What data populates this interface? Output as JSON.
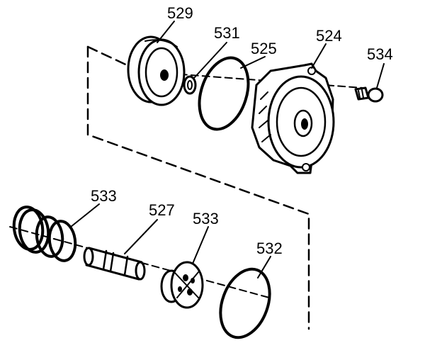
{
  "diagram": {
    "callouts": [
      {
        "id": "529",
        "label": "529"
      },
      {
        "id": "531",
        "label": "531"
      },
      {
        "id": "525",
        "label": "525"
      },
      {
        "id": "524",
        "label": "524"
      },
      {
        "id": "534",
        "label": "534"
      },
      {
        "id": "533a",
        "label": "533"
      },
      {
        "id": "527",
        "label": "527"
      },
      {
        "id": "533b",
        "label": "533"
      },
      {
        "id": "532",
        "label": "532"
      }
    ]
  }
}
